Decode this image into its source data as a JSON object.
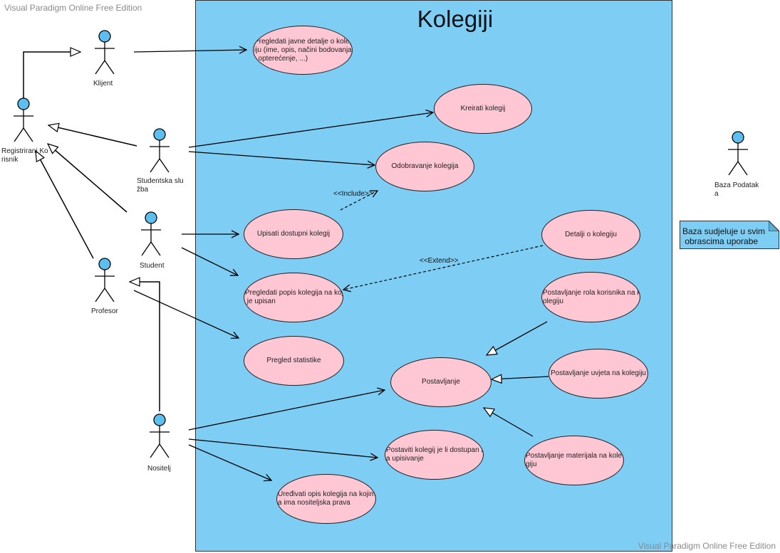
{
  "watermark": "Visual Paradigm Online Free Edition",
  "system": {
    "title": "Kolegiji"
  },
  "actors": {
    "klijent": "Klijent",
    "registrirani_korisnik": "Registrirani Ko\nrisnik",
    "studentska_sluzba": "Studentska slu\nžba",
    "student": "Student",
    "profesor": "Profesor",
    "nositelj": "Nositelj",
    "baza_podataka": "Baza Podatak\na"
  },
  "use_cases": {
    "pregledati_javne": "Pregledati javne detalje o koleg\niju (ime, opis, načini bodovanja\n, opterećenje, ...)",
    "kreirati": "Kreirati kolegij",
    "odobravanje": "Odobravanje kolegija",
    "upisati": "Upisati dostupni kolegij",
    "detalji": "Detalji o kolegiju",
    "pregledati_popis": "Pregledati popis kolegija na koje\n je upisan",
    "postavljanje_rola": "Postavljanje rola korisnika na k\nolegiju",
    "pregled_statistike": "Pregled statistike",
    "postavljanje": "Postavljanje",
    "postavljanje_uvjeta": "Postavljanje uvjeta na kolegiju",
    "postaviti_dostupan": "Postaviti kolegij je li dostupan z\na upisivanje",
    "postavljanje_materijala": "Postavljanje materijala na kole\ngiju",
    "uredivati_opis": "Uređivati opis kolegija na kojim\na ima nositeljska prava"
  },
  "relations": {
    "include": "<<Include>>",
    "extend": "<<Extend>>"
  },
  "note": "Baza sudjeluje u svim\n obrascima uporabe",
  "colors": {
    "system_fill": "#7dcdf4",
    "use_case_fill": "#ffc6d4",
    "actor_head": "#5bc0ef"
  }
}
